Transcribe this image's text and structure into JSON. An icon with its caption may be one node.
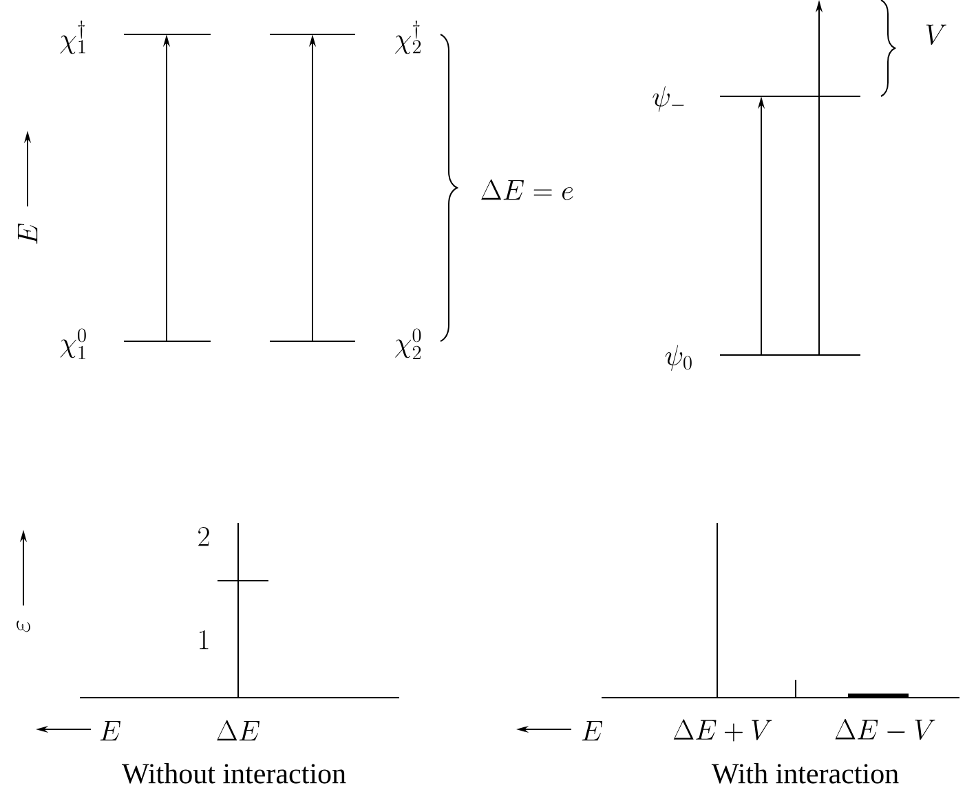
{
  "diagram": {
    "nodes": [
      {
        "text": [
          "\\chi_1^{\\dagger}"
        ]
      },
      {
        "text": [
          "\\chi_1^0"
        ]
      },
      {
        "text": [
          "\\chi_2^{\\dagger}"
        ]
      },
      {
        "text": [
          "\\chi_2^0"
        ]
      },
      {
        "text": [
          "\\psi_-"
        ]
      },
      {
        "text": [
          "\\psi_0"
        ]
      }
    ],
    "edges": [
      {
        "from": 1,
        "to": 0,
        "arrow": "to"
      },
      {
        "from": 3,
        "to": 2,
        "arrow": "to"
      },
      {
        "from": 5,
        "to": 4,
        "arrow": "to"
      },
      {
        "from": 5,
        "to": null,
        "arrow": "to"
      }
    ],
    "labels": [
      "E",
      "\\Delta E = e",
      "V",
      "\\varepsilon",
      "2",
      "1",
      "E",
      "\\Delta E",
      "Without interaction",
      "E",
      "\\Delta E + V",
      "\\Delta E - V",
      "With interaction"
    ]
  }
}
